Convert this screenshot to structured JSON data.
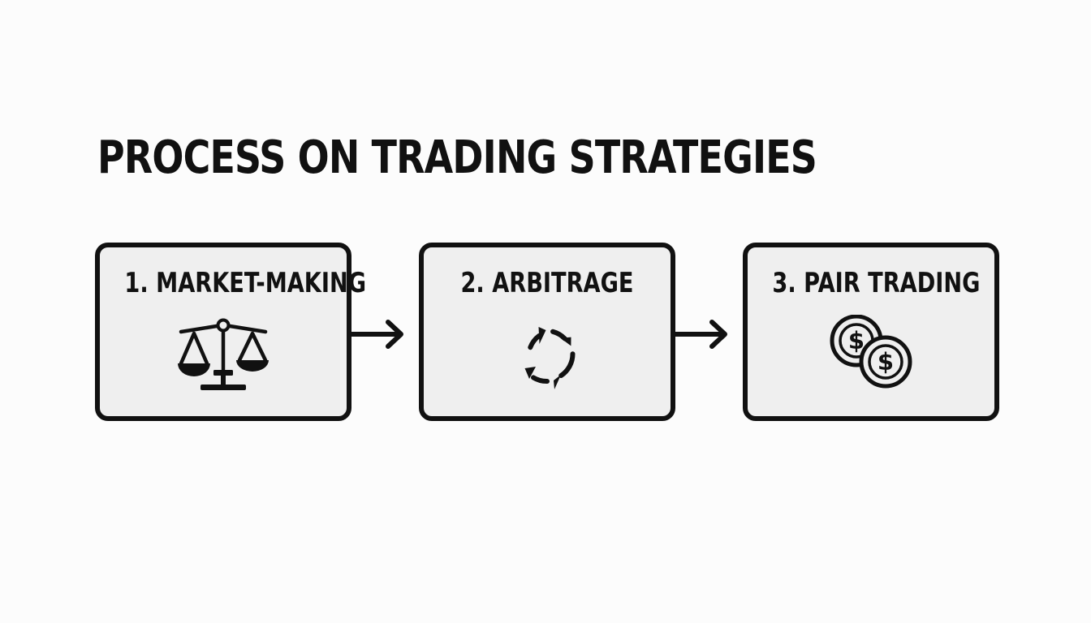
{
  "title": "PROCESS ON TRADING STRATEGIES",
  "steps": [
    {
      "label": "1. MARKET-MAKING",
      "icon": "balance-scale-icon"
    },
    {
      "label": "2. ARBITRAGE",
      "icon": "cycle-arrows-icon"
    },
    {
      "label": "3. PAIR TRADING",
      "icon": "dollar-coins-icon"
    }
  ],
  "connectors": [
    "right-arrow-icon",
    "right-arrow-icon"
  ],
  "colors": {
    "background": "#fcfcfc",
    "box_fill": "#efefef",
    "ink": "#111111"
  }
}
